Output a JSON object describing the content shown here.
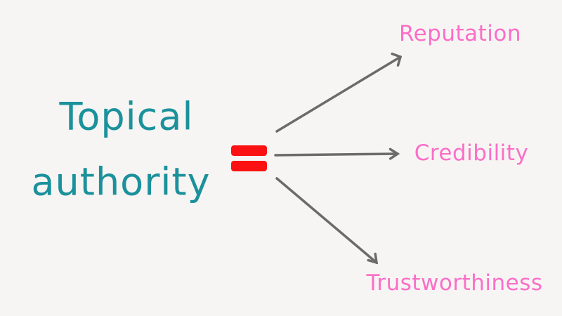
{
  "diagram": {
    "title": {
      "line1": "Topical",
      "line2": "authority"
    },
    "equals_symbol": "=",
    "nodes": [
      {
        "id": "reputation",
        "label": "Reputation"
      },
      {
        "id": "credibility",
        "label": "Credibility"
      },
      {
        "id": "trustworthiness",
        "label": "Trustworthiness"
      }
    ],
    "colors": {
      "background": "#f7f5f3",
      "title": "#1b919c",
      "labels": "#fb6ec8",
      "equals": "#fb1111",
      "arrow": "#6b6b6b"
    }
  }
}
